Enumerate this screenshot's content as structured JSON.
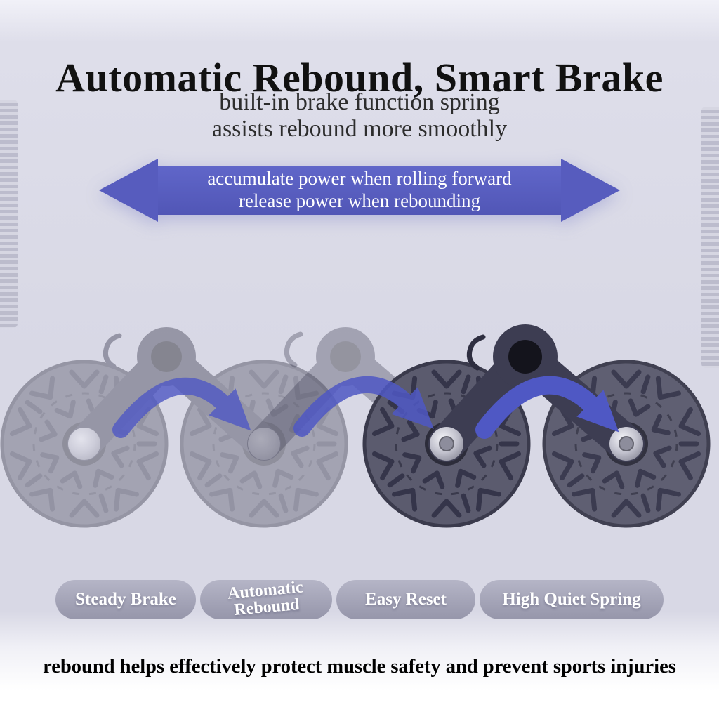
{
  "header": {
    "title": "Automatic Rebound, Smart Brake",
    "subtitle_line1": "built-in brake function spring",
    "subtitle_line2": "assists rebound more smoothly"
  },
  "banner": {
    "line1": "accumulate power when rolling forward",
    "line2": "release power when rebounding"
  },
  "badges": [
    {
      "label": "Steady Brake"
    },
    {
      "label": "Automatic\nRebound"
    },
    {
      "label": "Easy Reset"
    },
    {
      "label": "High Quiet Spring"
    }
  ],
  "footer": {
    "text": "rebound helps effectively protect muscle safety and prevent sports injuries"
  },
  "colors": {
    "background_lavender": "#d8d8e5",
    "banner_blue": "#575cbe",
    "motion_arrow_blue": "#4f58c4",
    "wheel_body_dark": "#5b5b6e",
    "bracket_dark": "#3d3d52",
    "badge_pill_gray": "#9c9cb2",
    "title_black": "#111111",
    "text_white": "#ffffff"
  }
}
